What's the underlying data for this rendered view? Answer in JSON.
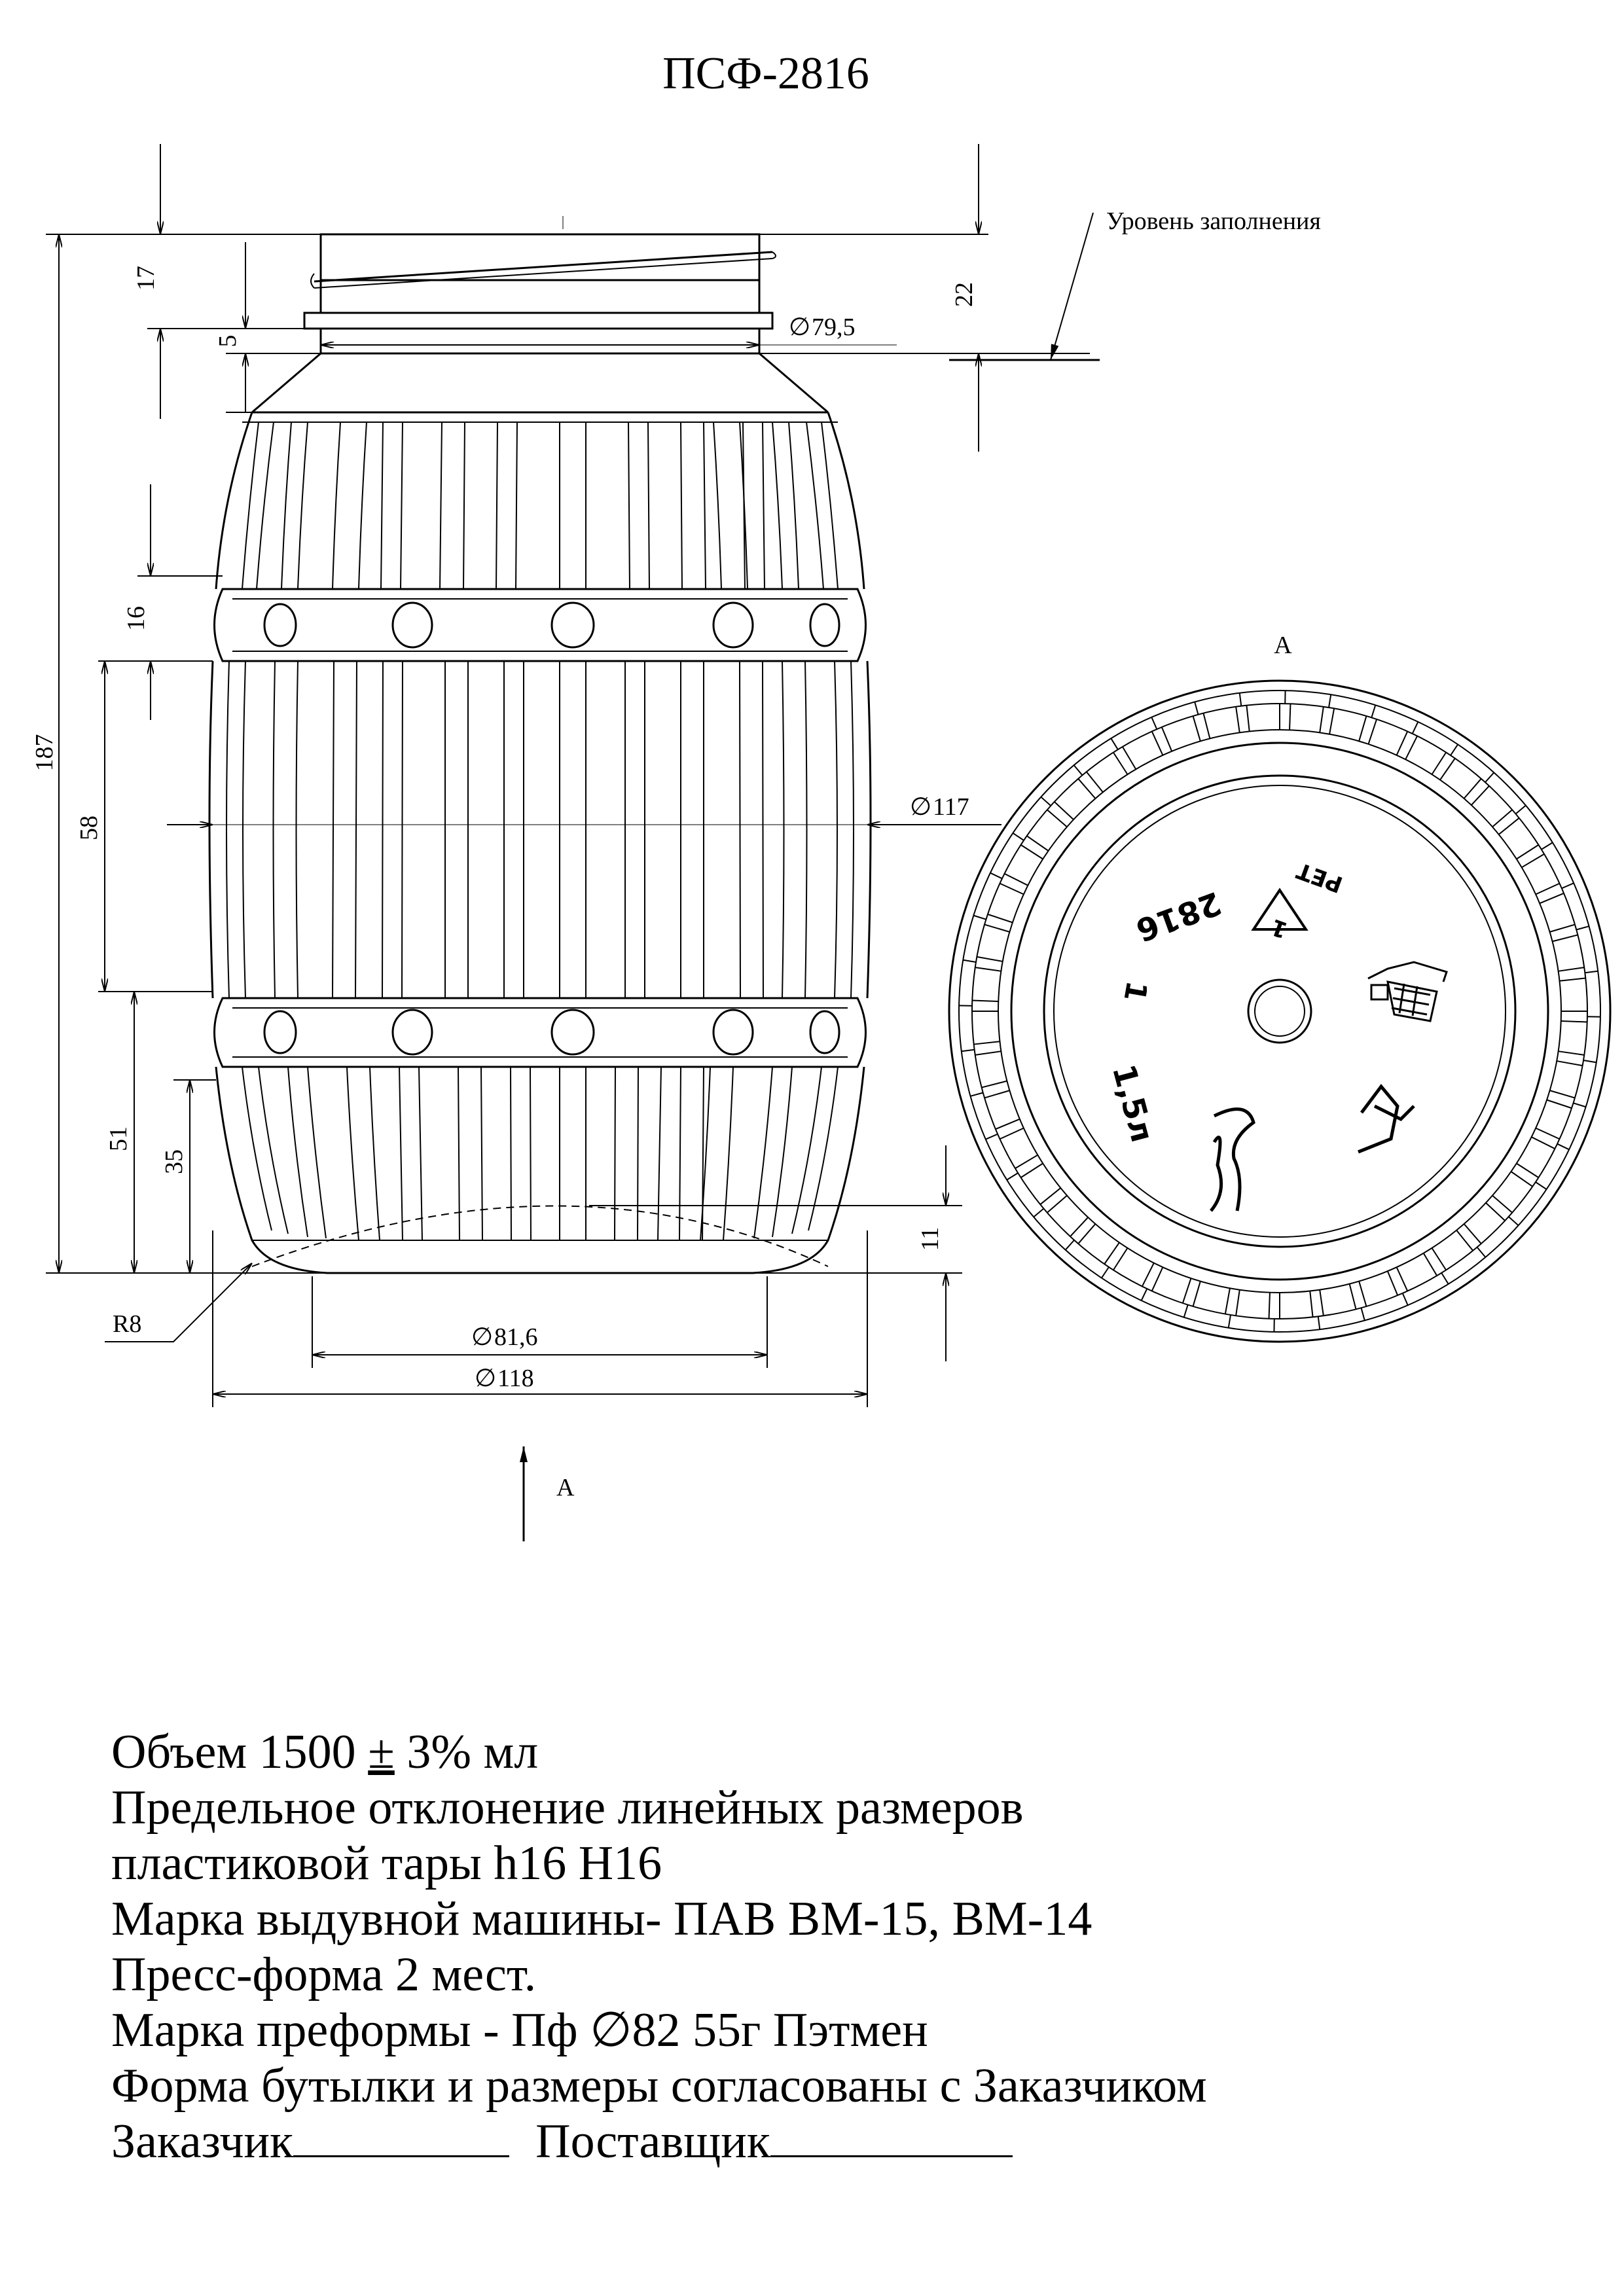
{
  "title": "ПСФ-2816",
  "fill_level_label": "Уровень заполнения",
  "view_label": "А",
  "view_arrow_label": "А",
  "dimensions": {
    "d_total_height": "187",
    "d_17": "17",
    "d_5": "5",
    "d_22": "22",
    "d_16": "16",
    "d_58": "58",
    "d_51": "51",
    "d_35": "35",
    "d_11": "11",
    "d_neck": "79,5",
    "d_body": "117",
    "d_base_inner": "81,6",
    "d_base_outer": "118",
    "radius": "R8"
  },
  "bottom_markings": {
    "mold_number": "2816",
    "cavity": "1",
    "volume": "1,5л",
    "material": "PET",
    "recycle_code": "1"
  },
  "notes": {
    "line1_prefix": "Объем 1500 ",
    "line1_pm": "±",
    "line1_suffix": " 3% мл",
    "line2": "Предельное отклонение линейных размеров",
    "line3": "пластиковой тары h16 H16",
    "line4": "Марка выдувной машины- ПАВ ВМ-15, ВМ-14",
    "line5": "Пресс-форма 2 мест.",
    "line6_prefix": "Марка преформы - Пф ",
    "line6_symbol": "∅",
    "line6_suffix": "82 55г Пэтмен",
    "line7": "Форма бутылки и размеры согласованы с Заказчиком",
    "customer_label": "Заказчик",
    "supplier_label": "Поставщик"
  }
}
